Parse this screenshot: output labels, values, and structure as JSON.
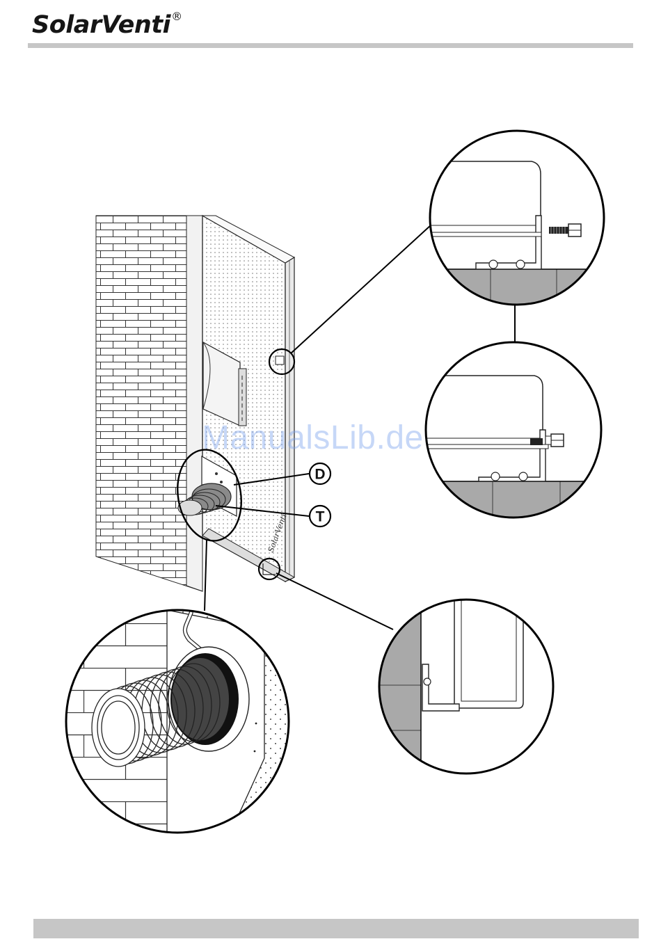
{
  "header": {
    "brand": "SolarVenti",
    "registered_mark": "®"
  },
  "figure": {
    "callouts": [
      "D",
      "T"
    ],
    "wall_label": "SolarVenti"
  },
  "watermark": "ManualsLib.de",
  "colors": {
    "rule": "#c6c6c6",
    "ink": "#111111",
    "ground": "#a9a9a9",
    "watermark": "#78a0eb"
  }
}
